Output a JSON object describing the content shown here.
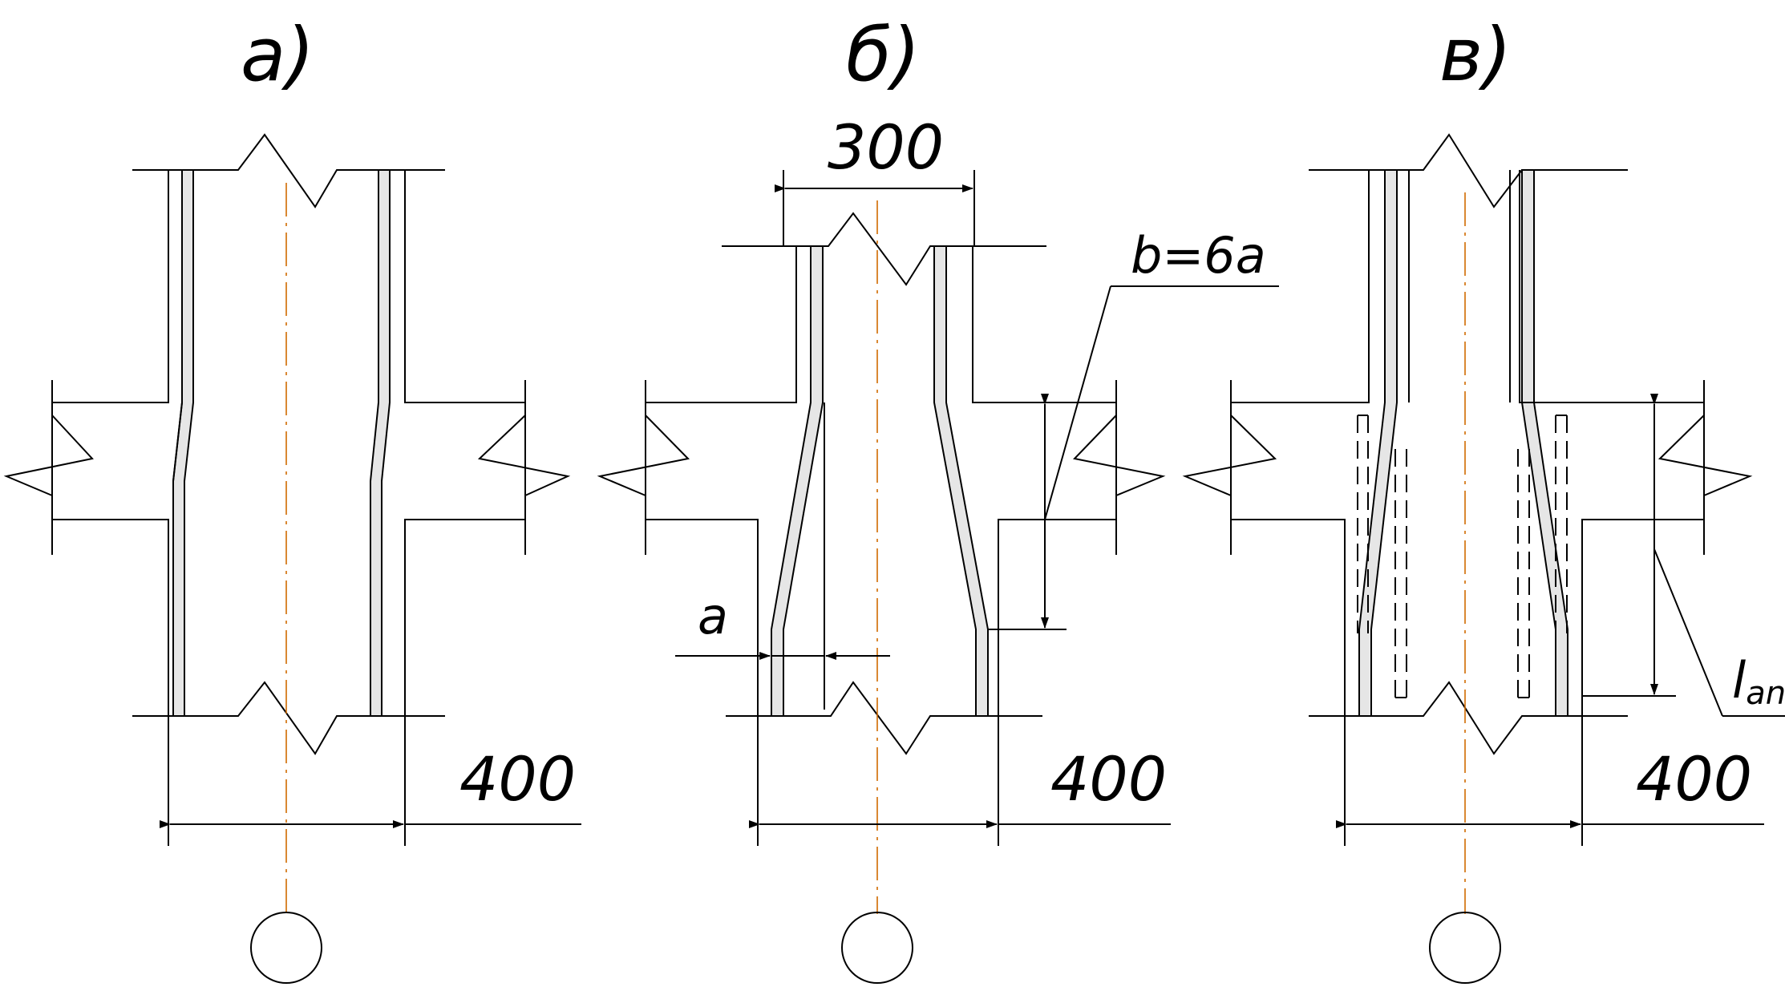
{
  "panels": [
    {
      "title": "а)",
      "bottom_width": "400"
    },
    {
      "title": "б)",
      "top_width": "300",
      "bottom_width": "400",
      "offset_label": "a",
      "length_label": "b=6a"
    },
    {
      "title": "в)",
      "bottom_width": "400",
      "length_label_main": "l",
      "length_label_sub": "an"
    }
  ],
  "colors": {
    "lines": "#000000",
    "bars": "#e6e6e6",
    "axis": "#d06b00"
  }
}
